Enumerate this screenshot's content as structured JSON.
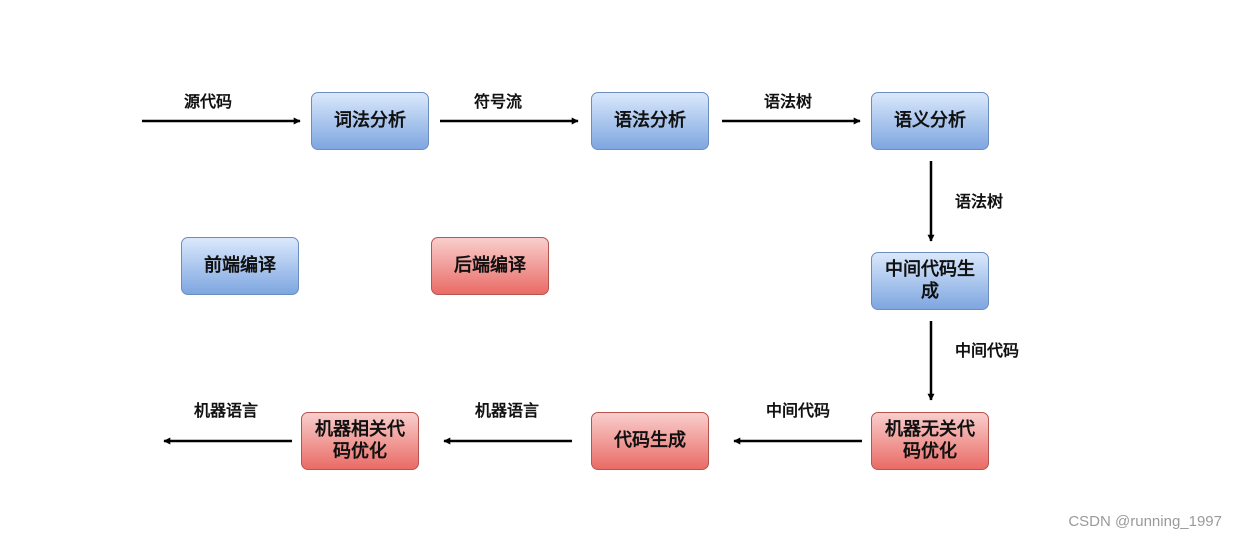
{
  "nodes": {
    "lexical": "词法分析",
    "syntax": "语法分析",
    "semantic": "语义分析",
    "ir_gen": "中间代码生成",
    "machine_indep_opt": "机器无关代码优化",
    "codegen": "代码生成",
    "machine_dep_opt": "机器相关代码优化",
    "legend_frontend": "前端编译",
    "legend_backend": "后端编译"
  },
  "edges": {
    "source_code": "源代码",
    "token_stream": "符号流",
    "syntax_tree_1": "语法树",
    "syntax_tree_2": "语法树",
    "intermediate_code_1": "中间代码",
    "intermediate_code_2": "中间代码",
    "machine_language_1": "机器语言",
    "machine_language_2": "机器语言"
  },
  "colors": {
    "frontend": "#7ea6e0",
    "backend": "#ea6b66",
    "arrow": "#000000"
  },
  "watermark": "CSDN @running_1997"
}
